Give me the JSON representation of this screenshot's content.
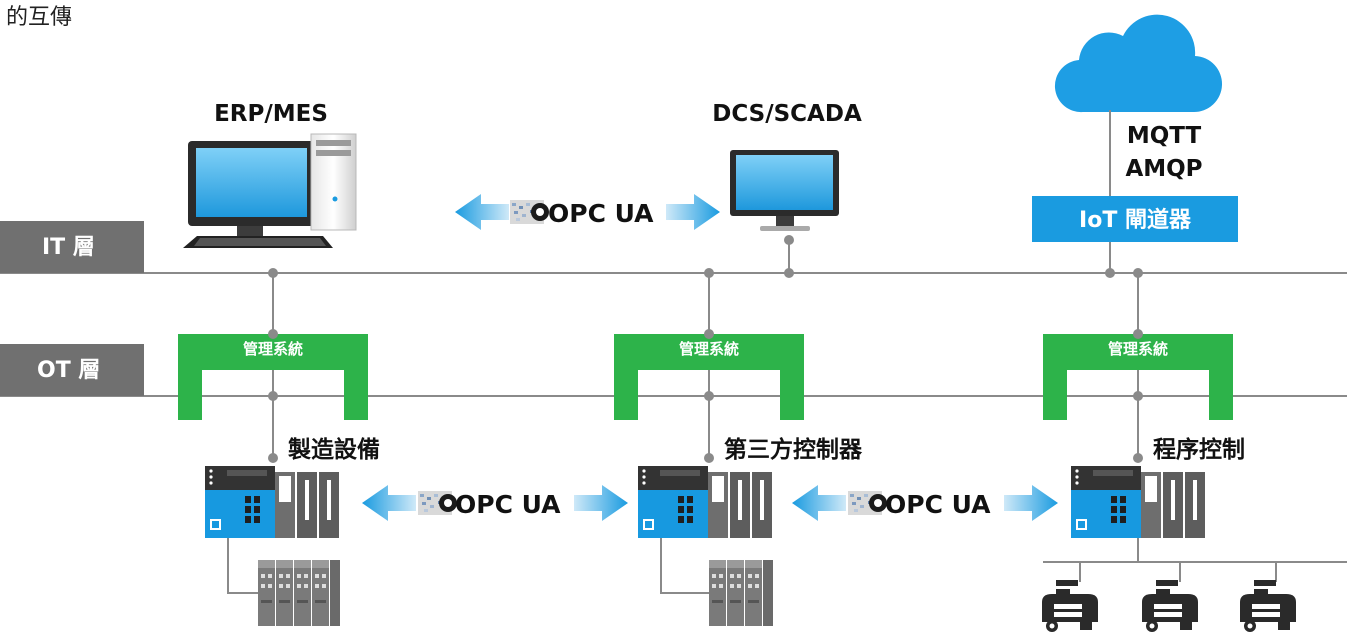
{
  "caption": "的互傳",
  "layers": {
    "it": "IT 層",
    "ot": "OT 層"
  },
  "systems": {
    "erp": "ERP/MES",
    "dcs": "DCS/SCADA",
    "protocols": [
      "MQTT",
      "AMQP"
    ],
    "gateway": "IoT 閘道器"
  },
  "management_label": "管理系統",
  "devices": [
    "製造設備",
    "第三方控制器",
    "程序控制"
  ],
  "opc_label": "OPC UA",
  "colors": {
    "gray_band": "#707070",
    "line": "#8a8a8a",
    "green": "#2db34a",
    "blue": "#1a9be0",
    "cloud": "#1e9ee4",
    "plc_blue": "#1799e0",
    "plc_dark": "#3a3a3a",
    "plc_gray": "#7b7b7b"
  }
}
